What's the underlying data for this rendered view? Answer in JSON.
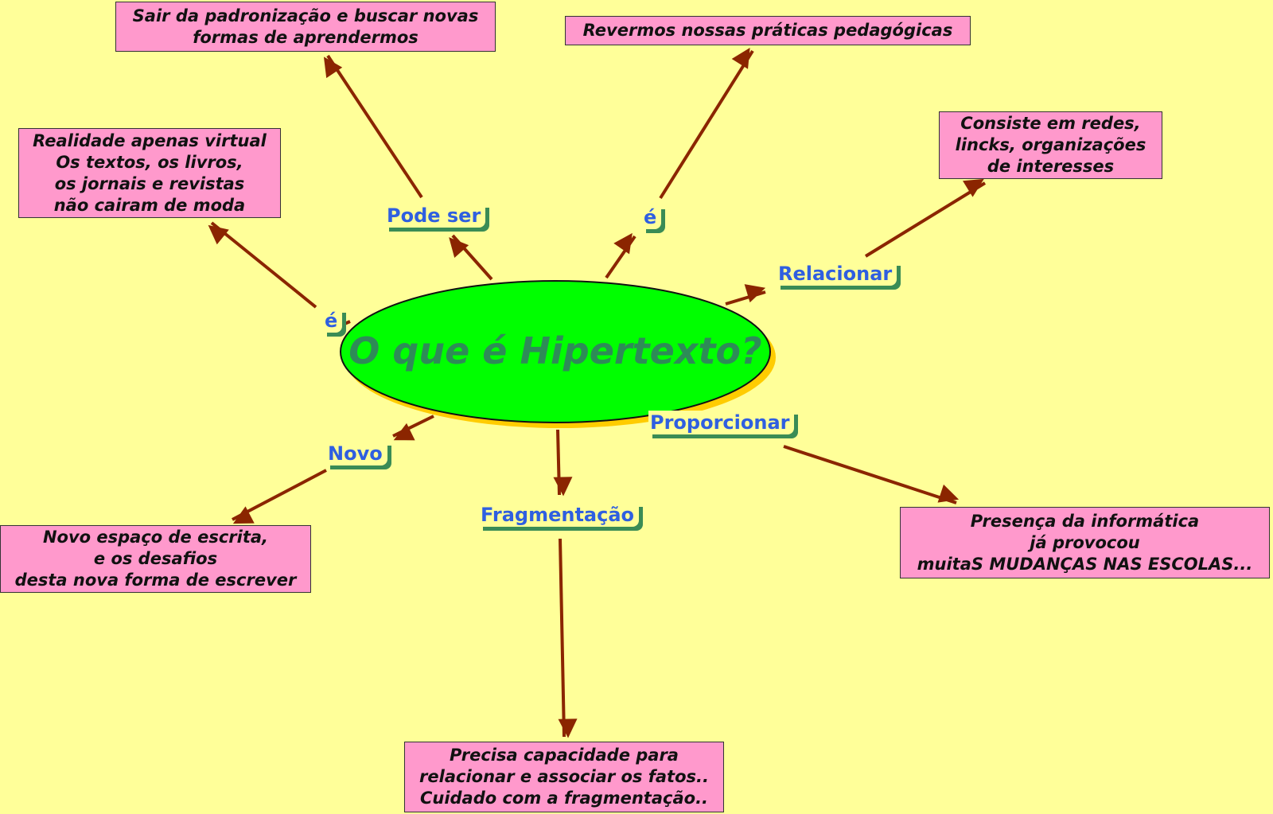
{
  "colors": {
    "background": "#ffff99",
    "arrow": "#8b2500",
    "box_fill": "#ff99cc",
    "label_text": "#2f5fe0",
    "label_shadow": "#3a8c55",
    "center_fill": "#00ff00",
    "center_text": "#2e8b57",
    "center_shadow": "#ffcc00"
  },
  "center": {
    "title": "O que é Hipertexto?"
  },
  "labels": {
    "pode_ser": "Pode ser",
    "e_top": "é",
    "e_left": "é",
    "relacionar": "Relacionar",
    "proporcionar": "Proporcionar",
    "novo": "Novo",
    "fragmentacao": "Fragmentação"
  },
  "boxes": {
    "sair": "Sair da padronização e buscar novas\nformas de aprendermos",
    "revermos": "Revermos nossas práticas pedagógicas",
    "realidade": "Realidade apenas virtual\nOs textos, os livros,\nos jornais e revistas\nnão cairam de moda",
    "consiste": "Consiste em redes,\nlincks, organizações\nde interesses",
    "novo_espaco": "Novo espaço de escrita,\ne os desafios\ndesta nova forma de escrever",
    "presenca": "Presença da informática\njá provocou\nmuitaS MUDANÇAS NAS ESCOLAS...",
    "precisa": "Precisa capacidade para\nrelacionar e associar os fatos..\nCuidado com a fragmentação.."
  }
}
